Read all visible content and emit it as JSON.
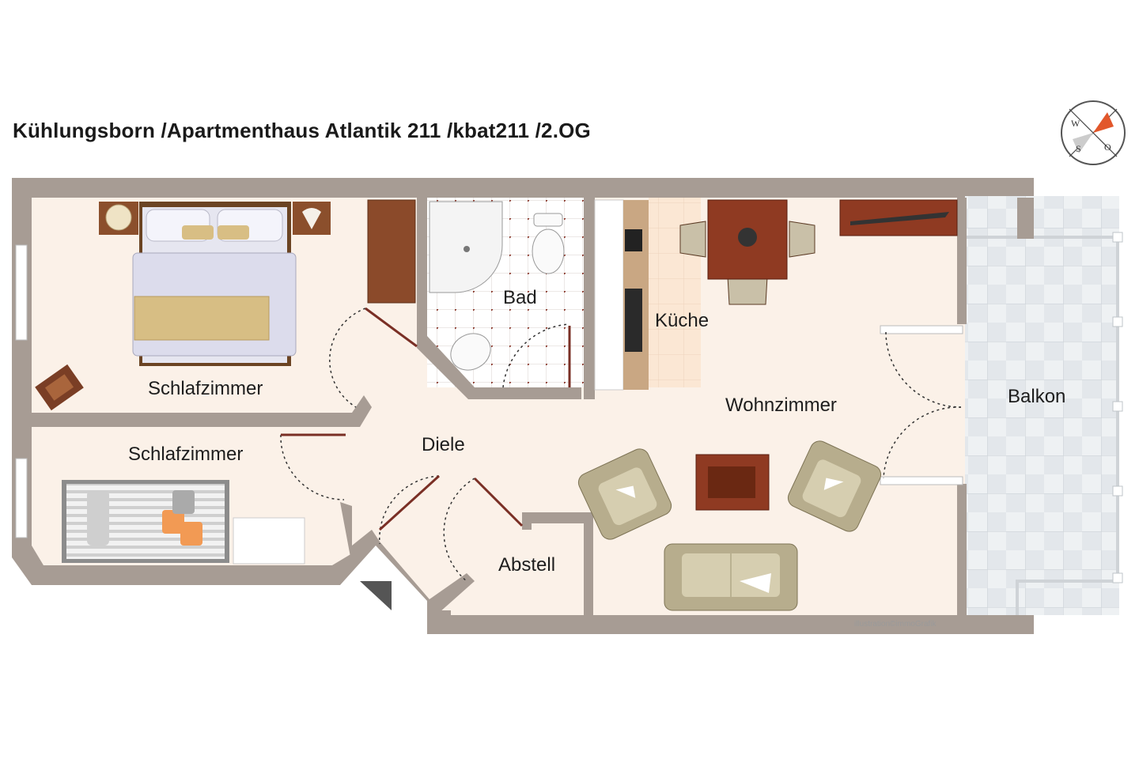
{
  "title": "Kühlungsborn /Apartmenthaus Atlantik 211 /kbat211 /2.OG",
  "rooms": {
    "bedroom1": "Schlafzimmer",
    "bedroom2": "Schlafzimmer",
    "bath": "Bad",
    "kitchen": "Küche",
    "hall": "Diele",
    "living": "Wohnzimmer",
    "storage": "Abstell",
    "balcony": "Balkon"
  },
  "compass": {
    "w": "W",
    "o": "O",
    "s": "S",
    "n_marker_color": "#e2572b"
  },
  "credit": "illustration©immoGrafik",
  "colors": {
    "wall": "#a79c94",
    "floor": "#fbf1e8",
    "tile": "#e4e8ec"
  }
}
